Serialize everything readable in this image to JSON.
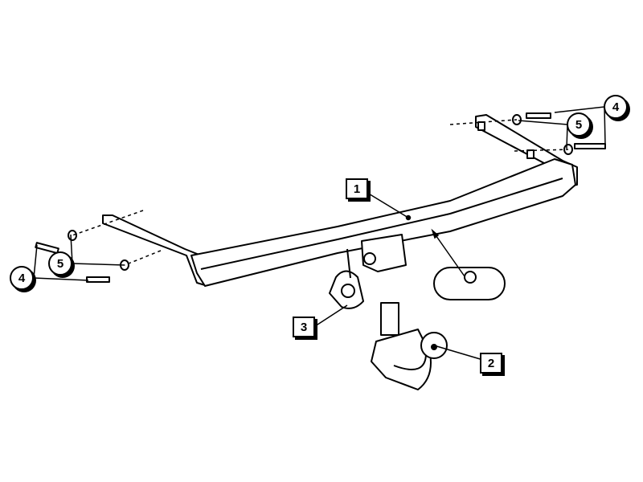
{
  "callouts": {
    "tow_bar": "1",
    "tow_ball": "2",
    "socket_plate": "3",
    "bolt": "4",
    "washer": "5"
  },
  "colors": {
    "line": "#000000",
    "background": "#ffffff"
  }
}
